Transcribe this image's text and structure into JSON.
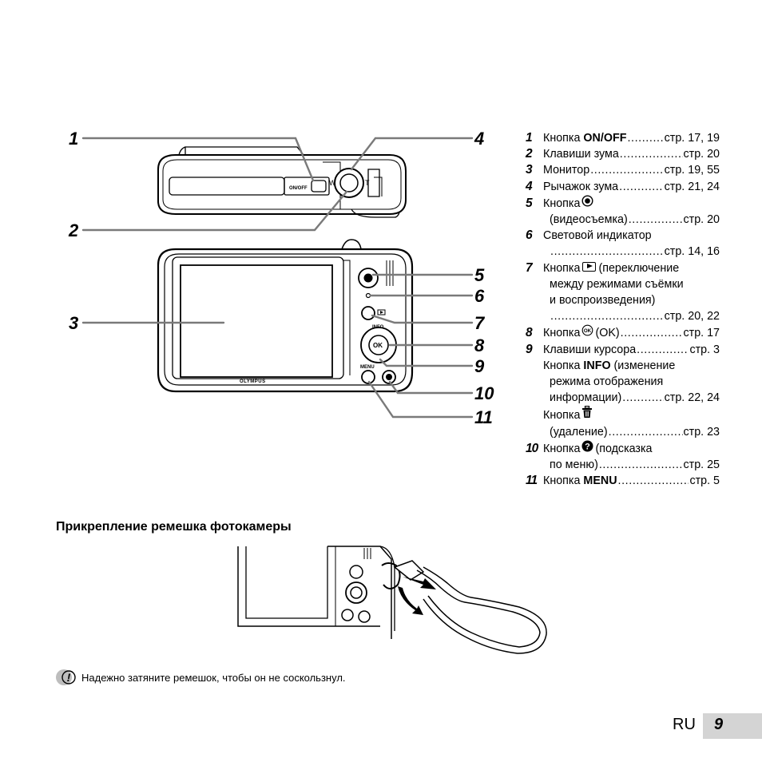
{
  "callouts": [
    "1",
    "2",
    "3",
    "4",
    "5",
    "6",
    "7",
    "8",
    "9",
    "10",
    "11"
  ],
  "camera": {
    "brand": "OLYMPUS",
    "power_label": "ON/OFF",
    "zoom_w": "W",
    "zoom_t": "T",
    "info_label": "INFO",
    "ok_label": "OK",
    "menu_label": "MENU"
  },
  "parts": [
    {
      "num": "1",
      "prefix": "Кнопка ",
      "strong": "ON/OFF",
      "ref": "стр. 17, 19"
    },
    {
      "num": "2",
      "text": "Клавиши зума",
      "ref": "стр. 20"
    },
    {
      "num": "3",
      "text": "Монитор",
      "ref": "стр. 19, 55"
    },
    {
      "num": "4",
      "text": "Рычажок зума",
      "ref": "стр. 21, 24"
    },
    {
      "num": "5",
      "prefix": "Кнопка",
      "icon": "movie-record-icon",
      "cont": "(видеосъемка)",
      "ref": "стр. 20"
    },
    {
      "num": "6",
      "text": "Световой индикатор",
      "cont": "",
      "ref": "стр. 14, 16"
    },
    {
      "num": "7",
      "prefix": "Кнопка",
      "icon": "playback-icon",
      "suffix": "(переключение",
      "lines": [
        "между режимами съёмки",
        "и воспроизведения)"
      ],
      "ref": "стр. 20, 22"
    },
    {
      "num": "8",
      "prefix": "Кнопка",
      "icon": "ok-icon",
      "text": "(OK)",
      "ref": "стр. 17"
    },
    {
      "num": "9",
      "text": "Клавиши курсора",
      "ref": "стр. 3",
      "info_prefix": "Кнопка ",
      "info_strong": "INFO",
      "info_suffix": " (изменение",
      "info_lines": [
        "режима отображения"
      ],
      "info_last": "информации)",
      "info_ref": "стр. 22, 24",
      "trash_prefix": "Кнопка",
      "trash_icon": "trash-icon",
      "trash_cont": "(удаление)",
      "trash_ref": "стр. 23"
    },
    {
      "num": "10",
      "prefix": "Кнопка",
      "icon": "help-icon",
      "suffix": "(подсказка",
      "cont": "по меню)",
      "ref": "стр. 25"
    },
    {
      "num": "11",
      "prefix": "Кнопка ",
      "strong": "MENU",
      "ref": "стр. 5"
    }
  ],
  "section_title": "Прикрепление ремешка фотокамеры",
  "caution": {
    "icon": "caution-icon",
    "text": "Надежно затяните ремешок, чтобы он не соскользнул."
  },
  "page": {
    "lang": "RU",
    "number": "9"
  }
}
